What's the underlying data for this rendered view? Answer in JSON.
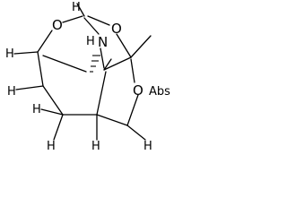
{
  "atoms": {
    "o_left": "O",
    "o_right": "O",
    "o_bottom": "O",
    "n": "N",
    "h_n": "H",
    "h_top": "H",
    "h_left_upper": "H",
    "h_left_mid": "H",
    "h_left_lower": "H",
    "h_bottom_left": "H",
    "h_bottom_right": "H",
    "h_center": "H"
  },
  "stereo_label": "Abs"
}
